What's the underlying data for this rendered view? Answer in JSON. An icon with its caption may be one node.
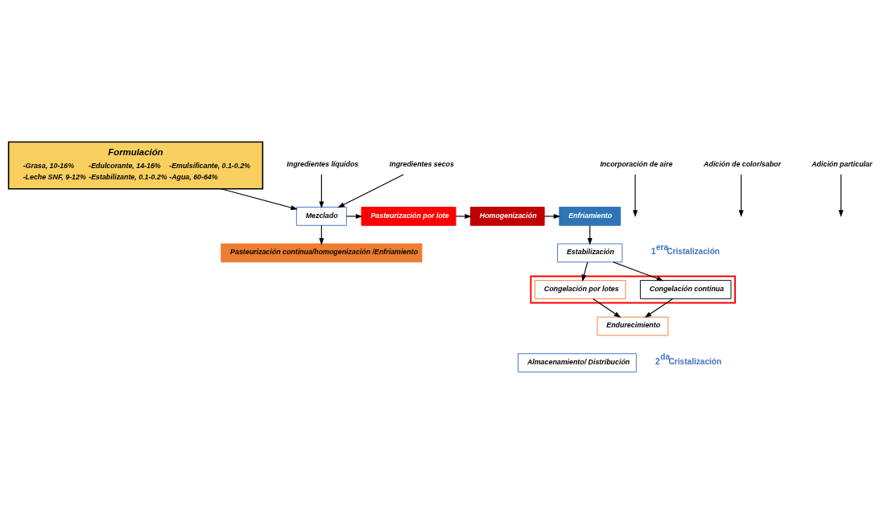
{
  "diagram": {
    "nodes": [
      {
        "text": [
          "Formulación",
          "-Grasa, 10-16%",
          "-Edulcorante, 14-16%",
          "-Emulsificante, 0.1-0.2%",
          "-Leche SNF, 9-12%",
          "-Estabilizante, 0.1-0.2%",
          "-Agua, 60-64%"
        ]
      },
      {
        "text": [
          "Mezclado"
        ]
      },
      {
        "text": [
          "Pasteurización por lote"
        ]
      },
      {
        "text": [
          "Homogenización"
        ]
      },
      {
        "text": [
          "Enfriamiento"
        ]
      },
      {
        "text": [
          "Pasteurización continua/homogenización /Enfriamiento"
        ]
      },
      {
        "text": [
          "Ingredientes líquidos"
        ]
      },
      {
        "text": [
          "Ingredientes secos"
        ]
      },
      {
        "text": [],
        "shape": "box"
      },
      {
        "text": [
          "Congelación continua"
        ],
        "in": 8
      },
      {
        "text": [
          "Congelación por lotes"
        ],
        "in": 8
      },
      {
        "text": [
          "Incorporación de aire"
        ]
      },
      {
        "text": [
          "Estabilización"
        ]
      },
      {
        "text": [
          "Adición de color/sabor"
        ]
      },
      {
        "text": [
          "Adición particular"
        ]
      },
      {
        "text": [
          "Endurecimiento"
        ]
      },
      {
        "text": [
          "Almacenamiento/ Distribución"
        ]
      }
    ],
    "edges": [
      {
        "from": 0,
        "to": 1,
        "arrow": "to"
      },
      {
        "from": 6,
        "to": 1,
        "arrow": "to"
      },
      {
        "from": 7,
        "to": 1,
        "arrow": "to"
      },
      {
        "from": 1,
        "to": 2,
        "arrow": "to"
      },
      {
        "from": 1,
        "to": 5,
        "arrow": "to"
      },
      {
        "from": 2,
        "to": 3,
        "arrow": "to"
      },
      {
        "from": 3,
        "to": 4,
        "arrow": "to"
      },
      {
        "from": 4,
        "to": 12,
        "arrow": "to"
      },
      {
        "from": 12,
        "to": 9,
        "arrow": "to"
      },
      {
        "from": 12,
        "to": 10,
        "arrow": "to"
      },
      {
        "from": 11,
        "to": null,
        "arrow": "to"
      },
      {
        "from": 13,
        "to": null,
        "arrow": "to"
      },
      {
        "from": 9,
        "to": 15,
        "arrow": "to"
      },
      {
        "from": 10,
        "to": 15,
        "arrow": "to"
      },
      {
        "from": 14,
        "to": null,
        "arrow": "to"
      }
    ],
    "labels": [
      "1$^{era}$Cristalización",
      "2$^{da}$Cristalización"
    ]
  }
}
